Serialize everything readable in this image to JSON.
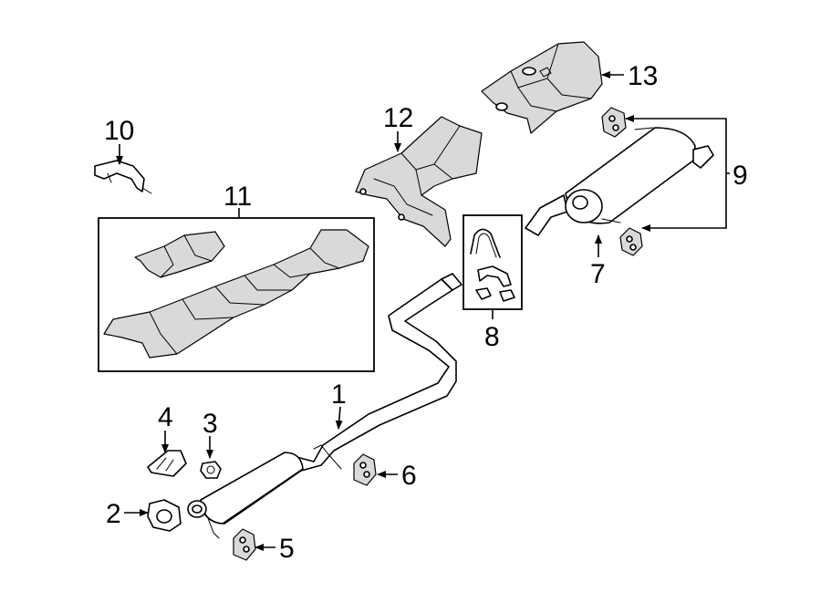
{
  "callouts": {
    "c1": "1",
    "c2": "2",
    "c3": "3",
    "c4": "4",
    "c5": "5",
    "c6": "6",
    "c7": "7",
    "c8": "8",
    "c9": "9",
    "c10": "10",
    "c11": "11",
    "c12": "12",
    "c13": "13"
  },
  "colors": {
    "line": "#000000",
    "shade": "#d9d9d9",
    "background": "#ffffff"
  }
}
